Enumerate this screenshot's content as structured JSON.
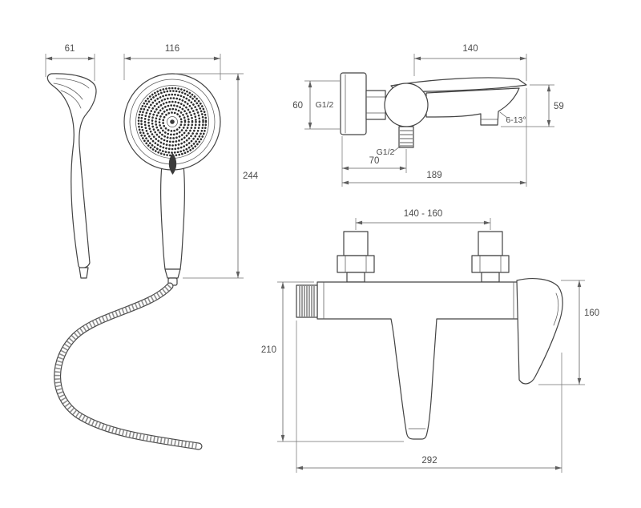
{
  "colors": {
    "background": "#ffffff",
    "line": "#434343",
    "dimension": "#5f5f5f"
  },
  "views": {
    "handset_side": {
      "width": "61"
    },
    "handset_front": {
      "diameter": "116",
      "length": "244"
    },
    "mixer_side": {
      "spout_reach": "140",
      "body_height": "60",
      "inlet_thread": "G1/2",
      "spout_height": "59",
      "spout_angle": "6-13°",
      "bottom_outlet_thread": "G1/2",
      "wall_to_outlet": "70",
      "total_depth": "189"
    },
    "mixer_front": {
      "mounting_centers": "140 - 160",
      "handle_height": "160",
      "spout_drop_height": "210",
      "total_width": "292"
    }
  }
}
